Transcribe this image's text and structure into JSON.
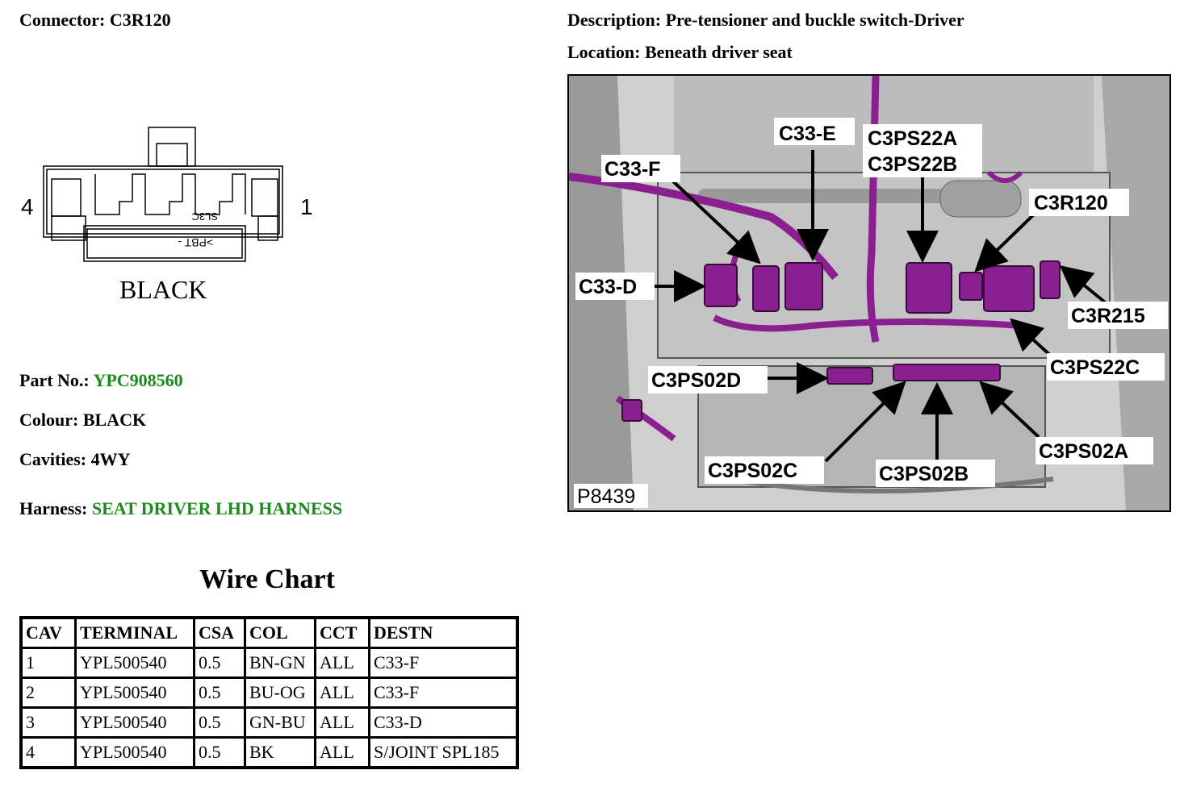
{
  "header": {
    "connector_label": "Connector:",
    "connector_value": "C3R120",
    "description_label": "Description:",
    "description_value": "Pre-tensioner and buckle switch-Driver",
    "location_label": "Location:",
    "location_value": "Beneath driver seat"
  },
  "connector_drawing": {
    "left_pin": "4",
    "right_pin": "1",
    "inner_text_1": "SL3C",
    "inner_text_2": ">PBT -",
    "color_caption": "BLACK"
  },
  "details": {
    "part_no_label": "Part No.:",
    "part_no_value": "YPC908560",
    "colour_label": "Colour:",
    "colour_value": "BLACK",
    "cavities_label": "Cavities:",
    "cavities_value": "4WY",
    "harness_label": "Harness:",
    "harness_value": "SEAT DRIVER LHD HARNESS",
    "link_color": "#1a8a1a"
  },
  "wire_chart": {
    "title": "Wire Chart",
    "headers": [
      "CAV",
      "TERMINAL",
      "CSA",
      "COL",
      "CCT",
      "DESTN"
    ],
    "rows": [
      [
        "1",
        "YPL500540",
        "0.5",
        "BN-GN",
        "ALL",
        "C33-F"
      ],
      [
        "2",
        "YPL500540",
        "0.5",
        "BU-OG",
        "ALL",
        "C33-F"
      ],
      [
        "3",
        "YPL500540",
        "0.5",
        "GN-BU",
        "ALL",
        "C33-D"
      ],
      [
        "4",
        "YPL500540",
        "0.5",
        "BK",
        "ALL",
        "S/JOINT SPL185"
      ]
    ]
  },
  "photo": {
    "figure_id": "P8439",
    "callouts": {
      "c33e": "C33-E",
      "c3ps22a": "C3PS22A",
      "c3ps22b": "C3PS22B",
      "c33f": "C33-F",
      "c3r120": "C3R120",
      "c33d": "C33-D",
      "c3r215": "C3R215",
      "c3ps22c": "C3PS22C",
      "c3ps02d": "C3PS02D",
      "c3ps02a": "C3PS02A",
      "c3ps02c": "C3PS02C",
      "c3ps02b": "C3PS02B"
    },
    "harness_color": "#8a1f8f"
  }
}
